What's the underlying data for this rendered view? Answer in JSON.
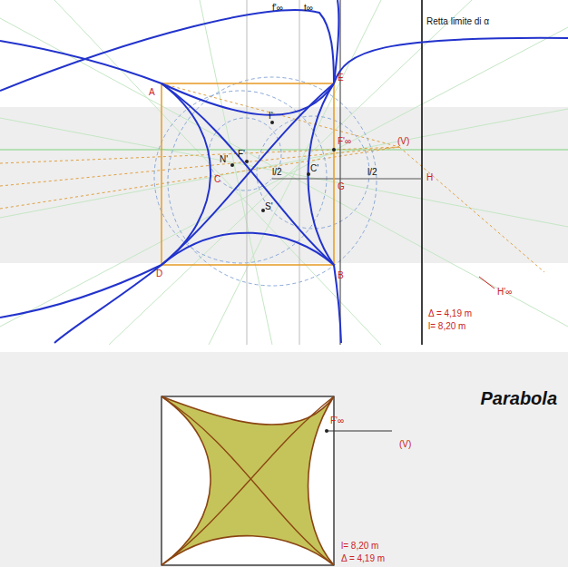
{
  "diagram": {
    "title": "Parabola",
    "labels": [
      "f'∞",
      "t∞",
      "Retta limite di α",
      "A",
      "E",
      "I'",
      "N'",
      "F'∞",
      "(V)",
      "F'",
      "l/2",
      "C'",
      "l/2",
      "C",
      "G",
      "H",
      "S'",
      "D",
      "B",
      "H'∞",
      "Δ = 4,19 m",
      "l= 8,20 m",
      "F'∞",
      "(V)",
      "l= 8,20 m",
      "Δ = 4,19 m"
    ]
  }
}
